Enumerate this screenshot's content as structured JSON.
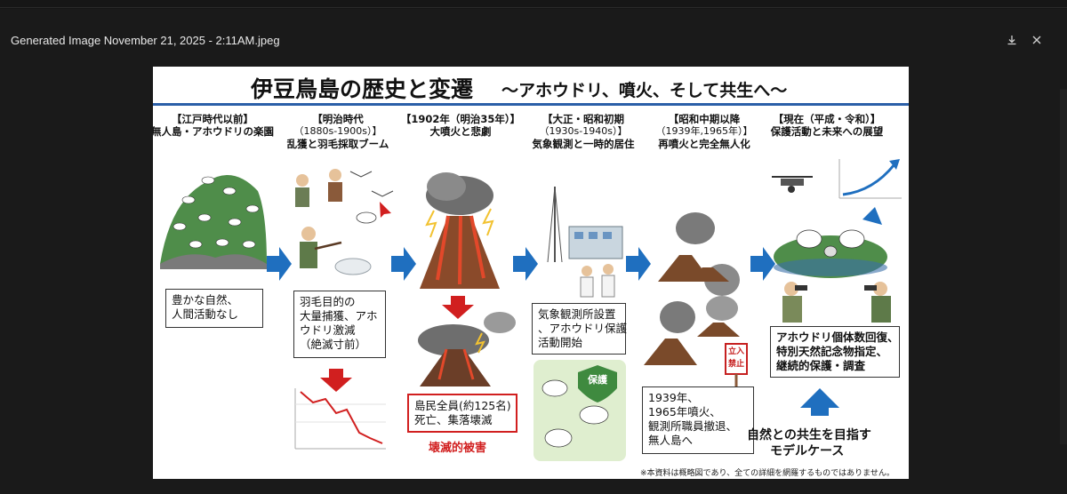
{
  "viewer": {
    "title": "Generated Image November 21, 2025 - 2:11AM.jpeg",
    "download_icon": "download-icon",
    "close_icon": "close-icon"
  },
  "infographic": {
    "title": "伊豆鳥島の歴史と変遷",
    "subtitle": "〜アホウドリ、噴火、そして共生へ〜",
    "colors": {
      "rule": "#2b5fa8",
      "arrow": "#1f6fbf",
      "red": "#d11f1f",
      "lava": "#e2482a"
    },
    "eras": [
      {
        "period": "【江戸時代以前】",
        "desc": "無人島・アホウドリの楽園"
      },
      {
        "period": "【明治時代",
        "period2": "（1880s-1900s）】",
        "desc": "乱獲と羽毛採取ブーム"
      },
      {
        "period": "【1902年（明治35年）】",
        "desc": "大噴火と悲劇"
      },
      {
        "period": "【大正・昭和初期",
        "period2": "（1930s-1940s）】",
        "desc": "気象観測と一時的居住"
      },
      {
        "period": "【昭和中期以降",
        "period2": "（1939年,1965年）】",
        "desc": "再噴火と完全無人化"
      },
      {
        "period": "【現在（平成・令和）】",
        "desc": "保護活動と未来への展望"
      }
    ],
    "boxes": {
      "edo": [
        "豊かな自然、",
        "人間活動なし"
      ],
      "meiji": [
        "羽毛目的の",
        "大量捕獲、アホ",
        "ウドリ激減",
        "（絶滅寸前）"
      ],
      "eruption": [
        "島民全員(約125名)",
        "死亡、集落壊滅"
      ],
      "eruption_caption": "壊滅的被害",
      "observation": [
        "気象観測所設置",
        "、アホウドリ保護",
        "活動開始"
      ],
      "showa": [
        "1939年、",
        "1965年噴火、",
        "観測所職員撤退、",
        "無人島へ"
      ],
      "present": [
        "アホウドリ個体数回復、",
        "特別天然記念物指定、",
        "継続的保護・調査"
      ]
    },
    "protect_badge": "保護",
    "sign": [
      "立入",
      "禁止"
    ],
    "closing": [
      "自然との共生を目指す",
      "モデルケース"
    ],
    "disclaimer": "※本資料は概略図であり、全ての詳細を網羅するものではありません。"
  }
}
